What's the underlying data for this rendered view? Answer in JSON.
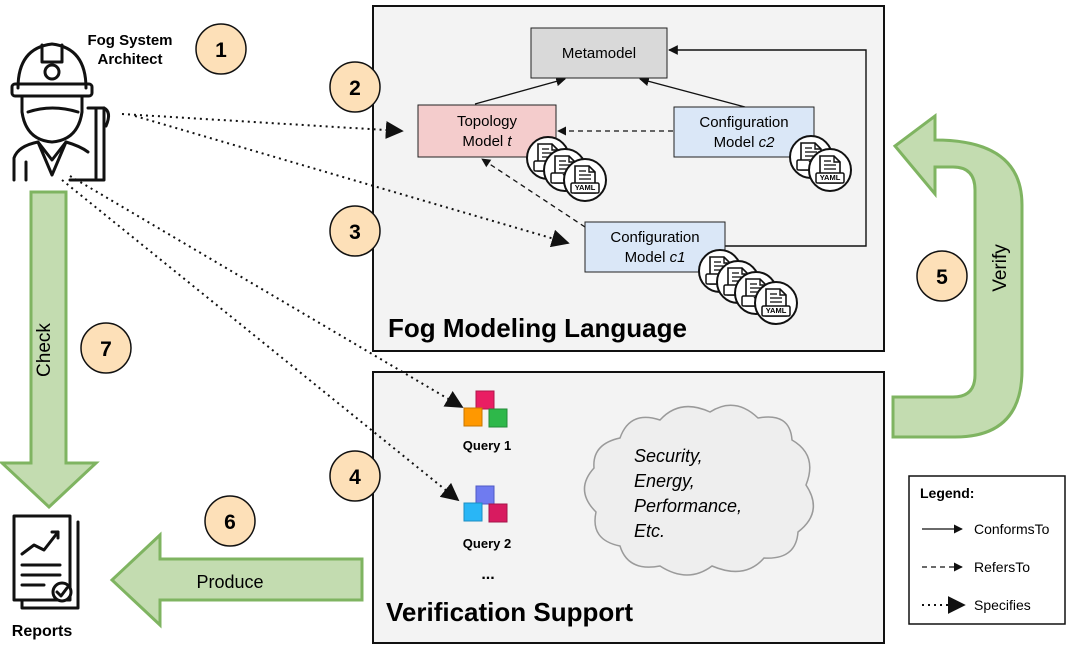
{
  "actor": {
    "name_line1": "Fog System",
    "name_line2": "Architect",
    "icon": "engineer-with-helmet-icon"
  },
  "steps": [
    "1",
    "2",
    "3",
    "4",
    "5",
    "6",
    "7"
  ],
  "modeling_panel": {
    "title": "Fog Modeling Language",
    "metamodel": "Metamodel",
    "topology": {
      "line1": "Topology",
      "line2_prefix": "Model ",
      "line2_var": "t"
    },
    "config_c2": {
      "line1": "Configuration",
      "line2_prefix": "Model ",
      "line2_var": "c2"
    },
    "config_c1": {
      "line1": "Configuration",
      "line2_prefix": "Model ",
      "line2_var": "c1"
    },
    "file_label": "YAML",
    "file_partial": "Y"
  },
  "verification_panel": {
    "title": "Verification Support",
    "query1": "Query 1",
    "query2": "Query 2",
    "ellipsis": "...",
    "properties": [
      "Security,",
      "Energy,",
      "Performance,",
      "Etc."
    ]
  },
  "arrows": {
    "verify": "Verify",
    "check": "Check",
    "produce": "Produce"
  },
  "reports": {
    "label": "Reports",
    "icon": "report-document-icon"
  },
  "legend": {
    "title": "Legend:",
    "items": [
      {
        "style": "solid",
        "label": "ConformsTo"
      },
      {
        "style": "dashed",
        "label": "RefersTo"
      },
      {
        "style": "dotted",
        "label": "Specifies"
      }
    ]
  },
  "colors": {
    "green_fill": "#c3dcb0",
    "green_stroke": "#7fb461",
    "step_fill": "#fde0b8",
    "metamodel_fill": "#d9d9d9",
    "topology_fill": "#f4cccc",
    "config_fill": "#dae7f7",
    "cloud_fill": "#eeeeee",
    "cloud_stroke": "#9a9a9a"
  }
}
